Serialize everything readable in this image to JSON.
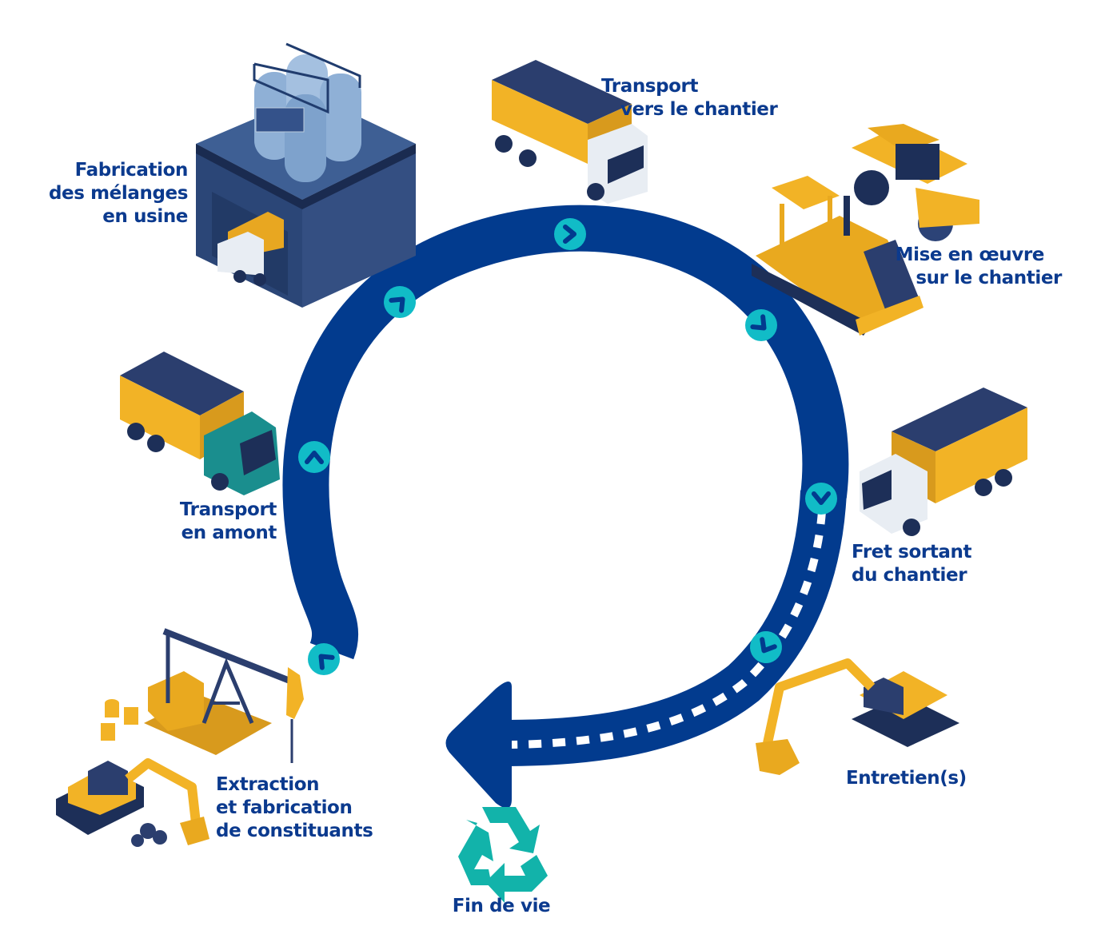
{
  "diagram": {
    "colors": {
      "cycle": "#023b8e",
      "chevron_badge": "#11bcc7",
      "label": "#0b3a8e",
      "recycle": "#12b3aa",
      "machine_yellow": "#f2b326",
      "machine_dark": "#1d2f58",
      "plant_blue": "#3b5d95"
    },
    "stages": [
      {
        "id": "extraction",
        "icon": "oil-pump-excavator-icon",
        "lines": [
          "Extraction",
          "et fabrication",
          "de constituants"
        ]
      },
      {
        "id": "transport-amont",
        "icon": "dump-truck-icon",
        "lines": [
          "Transport",
          "en amont"
        ]
      },
      {
        "id": "fabrication",
        "icon": "mixing-plant-icon",
        "lines": [
          "Fabrication",
          "des mélanges",
          "en usine"
        ]
      },
      {
        "id": "transport-chantier",
        "icon": "dump-truck-icon",
        "lines": [
          "Transport",
          "vers le chantier"
        ]
      },
      {
        "id": "mise-en-oeuvre",
        "icon": "paver-roller-icon",
        "lines": [
          "Mise en œuvre",
          "sur le chantier"
        ]
      },
      {
        "id": "fret-sortant",
        "icon": "dump-truck-icon",
        "lines": [
          "Fret sortant",
          "du chantier"
        ]
      },
      {
        "id": "entretien",
        "icon": "excavator-icon",
        "lines": [
          "Entretien(s)"
        ]
      },
      {
        "id": "fin-de-vie",
        "icon": "recycle-icon",
        "lines": [
          "Fin de vie"
        ]
      }
    ],
    "direction_markers": [
      "up",
      "up",
      "up-right",
      "right",
      "down-right",
      "down",
      "down-left"
    ]
  }
}
